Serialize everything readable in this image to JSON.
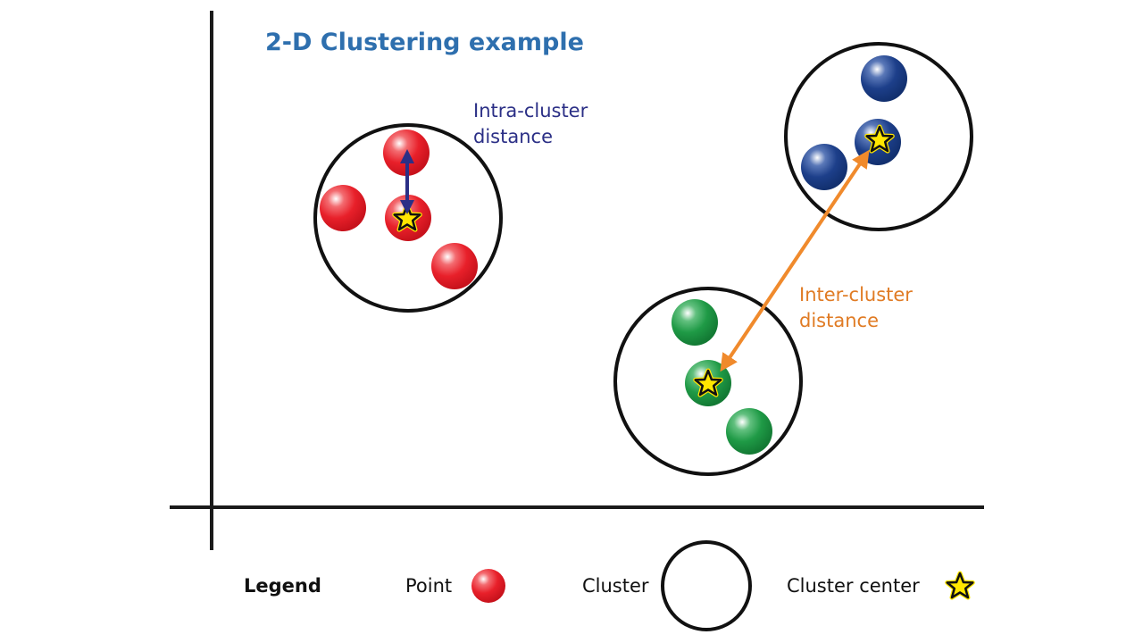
{
  "title": "2-D Clustering example",
  "annotations": {
    "intra_line1": "Intra-cluster",
    "intra_line2": "distance",
    "inter_line1": "Inter-cluster",
    "inter_line2": "distance"
  },
  "legend": {
    "title": "Legend",
    "point": "Point",
    "cluster": "Cluster",
    "cluster_center": "Cluster center"
  },
  "colors": {
    "title": "#2e6fae",
    "intra": "#2b2f86",
    "inter": "#e07b24",
    "red_cluster": "#e8202a",
    "blue_cluster": "#1d3f8a",
    "green_cluster": "#1f9a46",
    "star_fill": "#ffe600"
  },
  "clusters": [
    {
      "name": "red",
      "points": 4,
      "has_center": true
    },
    {
      "name": "blue",
      "points": 3,
      "has_center": true
    },
    {
      "name": "green",
      "points": 3,
      "has_center": true
    }
  ]
}
